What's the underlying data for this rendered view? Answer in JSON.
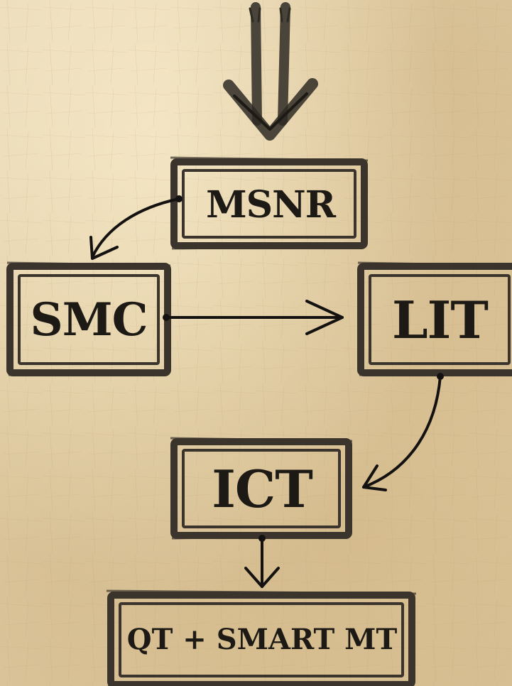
{
  "nodes": {
    "msnr": "MSNR",
    "smc": "SMC",
    "lit": "LIT",
    "ict": "ICT",
    "qt_smart_mt": "QT + SMART MT"
  },
  "colors": {
    "ink": "#1d1a16",
    "frame": "#3a342c",
    "paper": "#e3cfa6"
  }
}
